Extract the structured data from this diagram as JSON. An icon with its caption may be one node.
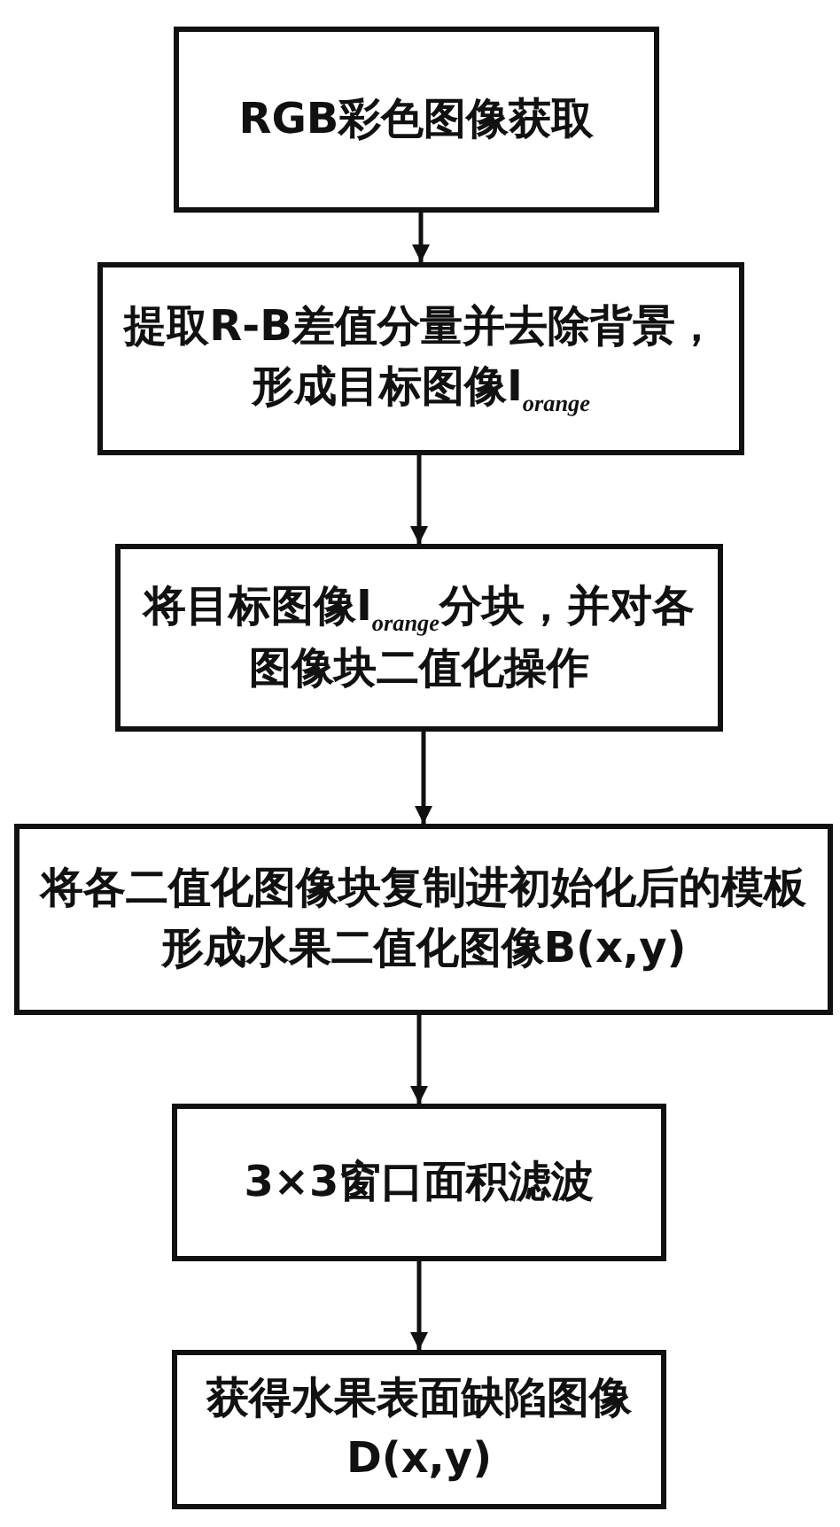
{
  "diagram": {
    "nodes": [
      {
        "text": [
          "RGB彩色图像获取"
        ]
      },
      {
        "text": [
          "提取R-B差值分量并去除背景，形成目标图像I$_{orange}$"
        ]
      },
      {
        "text": [
          "将目标图像I$_{orange}$分块，并对各图像块二值化操作"
        ]
      },
      {
        "text": [
          "将各二值化图像块复制进初始化后的模板形成水果二值化图像B(x,y)"
        ]
      },
      {
        "text": [
          "3×3窗口面积滤波"
        ]
      },
      {
        "text": [
          "获得水果表面缺陷图像D(x,y)"
        ]
      }
    ],
    "edges": [
      {
        "from": 0,
        "to": 1,
        "arrow": "to"
      },
      {
        "from": 1,
        "to": 2,
        "arrow": "to"
      },
      {
        "from": 2,
        "to": 3,
        "arrow": "to"
      },
      {
        "from": 3,
        "to": 4,
        "arrow": "to"
      },
      {
        "from": 4,
        "to": 5,
        "arrow": "to"
      }
    ]
  }
}
